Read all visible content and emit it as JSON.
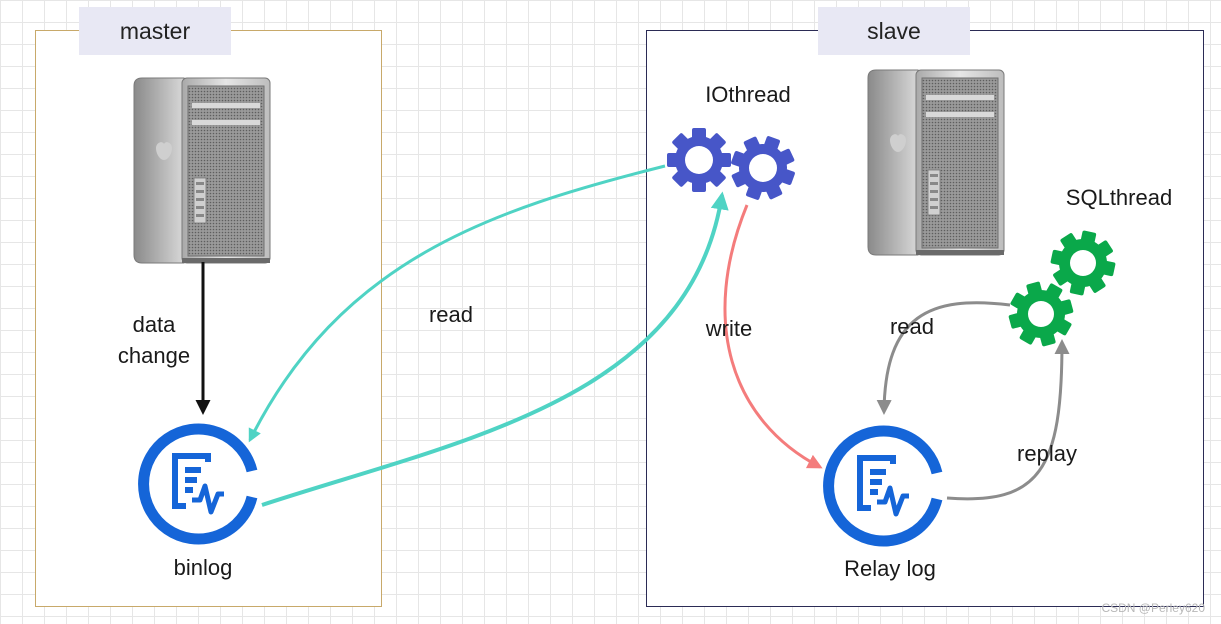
{
  "master": {
    "title": "master"
  },
  "slave": {
    "title": "slave"
  },
  "labels": {
    "data_change_line1": "data",
    "data_change_line2": "change",
    "binlog": "binlog",
    "read_center": "read",
    "iothread": "IOthread",
    "write": "write",
    "sqlthread": "SQLthread",
    "read_slave": "read",
    "replay": "replay",
    "relay_log": "Relay log"
  },
  "watermark": "CSDN @Perley620",
  "icons": {
    "master_server": "server-tower-icon",
    "slave_server": "server-tower-icon",
    "binlog": "log-document-icon",
    "relay_log": "log-document-icon",
    "iothread": "gears-icon",
    "sqlthread": "gears-icon"
  },
  "colors": {
    "iothread_gears": "#4756c8",
    "sqlthread_gears": "#0aa84a",
    "log_icon": "#1565d8",
    "read_arrows": "#4fd3c4",
    "write_arrow": "#f47c7c",
    "slave_arrows": "#8c8c8c",
    "data_change_arrow": "#111111"
  }
}
